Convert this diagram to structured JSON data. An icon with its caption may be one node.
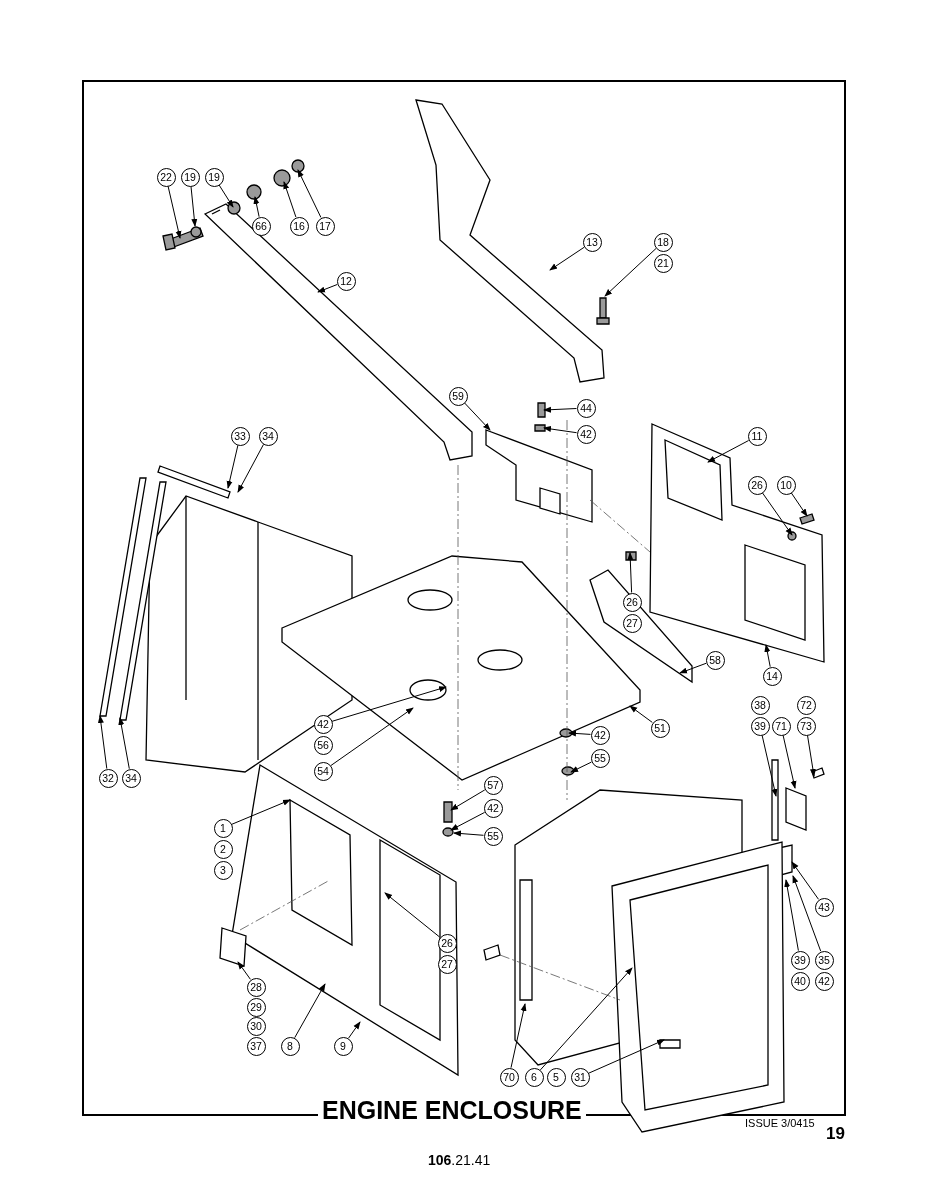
{
  "diagram": {
    "title": "ENGINE ENCLOSURE",
    "nodes": [
      {
        "text": [
          "22"
        ]
      },
      {
        "text": [
          "19"
        ]
      },
      {
        "text": [
          "19"
        ]
      },
      {
        "text": [
          "66"
        ]
      },
      {
        "text": [
          "16"
        ]
      },
      {
        "text": [
          "17"
        ]
      },
      {
        "text": [
          "12"
        ]
      },
      {
        "text": [
          "13"
        ]
      },
      {
        "text": [
          "18"
        ]
      },
      {
        "text": [
          "21"
        ]
      },
      {
        "text": [
          "59"
        ]
      },
      {
        "text": [
          "44"
        ]
      },
      {
        "text": [
          "42"
        ]
      },
      {
        "text": [
          "11"
        ]
      },
      {
        "text": [
          "33"
        ]
      },
      {
        "text": [
          "34"
        ]
      },
      {
        "text": [
          "26"
        ]
      },
      {
        "text": [
          "10"
        ]
      },
      {
        "text": [
          "26"
        ]
      },
      {
        "text": [
          "27"
        ]
      },
      {
        "text": [
          "58"
        ]
      },
      {
        "text": [
          "14"
        ]
      },
      {
        "text": [
          "51"
        ]
      },
      {
        "text": [
          "42"
        ]
      },
      {
        "text": [
          "55"
        ]
      },
      {
        "text": [
          "38"
        ]
      },
      {
        "text": [
          "39"
        ]
      },
      {
        "text": [
          "71"
        ]
      },
      {
        "text": [
          "72"
        ]
      },
      {
        "text": [
          "73"
        ]
      },
      {
        "text": [
          "42"
        ]
      },
      {
        "text": [
          "56"
        ]
      },
      {
        "text": [
          "54"
        ]
      },
      {
        "text": [
          "57"
        ]
      },
      {
        "text": [
          "42"
        ]
      },
      {
        "text": [
          "55"
        ]
      },
      {
        "text": [
          "32"
        ]
      },
      {
        "text": [
          "34"
        ]
      },
      {
        "text": [
          "1"
        ]
      },
      {
        "text": [
          "2"
        ]
      },
      {
        "text": [
          "3"
        ]
      },
      {
        "text": [
          "43"
        ]
      },
      {
        "text": [
          "26"
        ]
      },
      {
        "text": [
          "27"
        ]
      },
      {
        "text": [
          "39"
        ]
      },
      {
        "text": [
          "35"
        ]
      },
      {
        "text": [
          "40"
        ]
      },
      {
        "text": [
          "42"
        ]
      },
      {
        "text": [
          "28"
        ]
      },
      {
        "text": [
          "29"
        ]
      },
      {
        "text": [
          "30"
        ]
      },
      {
        "text": [
          "37"
        ]
      },
      {
        "text": [
          "8"
        ]
      },
      {
        "text": [
          "9"
        ]
      },
      {
        "text": [
          "70"
        ]
      },
      {
        "text": [
          "6"
        ]
      },
      {
        "text": [
          "5"
        ]
      },
      {
        "text": [
          "31"
        ]
      }
    ],
    "edges": [
      {
        "from": 0,
        "to": null,
        "arrow": "to"
      },
      {
        "from": 1,
        "to": null,
        "arrow": "to"
      },
      {
        "from": 2,
        "to": null,
        "arrow": "to"
      },
      {
        "from": 3,
        "to": null,
        "arrow": "to"
      },
      {
        "from": 4,
        "to": null,
        "arrow": "to"
      },
      {
        "from": 5,
        "to": null,
        "arrow": "to"
      },
      {
        "from": 6,
        "to": null,
        "arrow": "to"
      },
      {
        "from": 7,
        "to": null,
        "arrow": "to"
      },
      {
        "from": 8,
        "to": null,
        "arrow": "to"
      },
      {
        "from": 10,
        "to": null,
        "arrow": "to"
      },
      {
        "from": 11,
        "to": null,
        "arrow": "to"
      },
      {
        "from": 12,
        "to": null,
        "arrow": "to"
      },
      {
        "from": 13,
        "to": null,
        "arrow": "to"
      },
      {
        "from": 14,
        "to": null,
        "arrow": "to"
      },
      {
        "from": 15,
        "to": null,
        "arrow": "to"
      },
      {
        "from": 16,
        "to": null,
        "arrow": "to"
      },
      {
        "from": 17,
        "to": null,
        "arrow": "to"
      },
      {
        "from": 18,
        "to": null,
        "arrow": "to"
      },
      {
        "from": 20,
        "to": null,
        "arrow": "to"
      },
      {
        "from": 21,
        "to": null,
        "arrow": "to"
      },
      {
        "from": 22,
        "to": null,
        "arrow": "to"
      },
      {
        "from": 23,
        "to": null,
        "arrow": "to"
      },
      {
        "from": 24,
        "to": null,
        "arrow": "to"
      },
      {
        "from": 26,
        "to": null,
        "arrow": "to"
      },
      {
        "from": 27,
        "to": null,
        "arrow": "to"
      },
      {
        "from": 29,
        "to": null,
        "arrow": "to"
      },
      {
        "from": 30,
        "to": null,
        "arrow": "to"
      },
      {
        "from": 32,
        "to": null,
        "arrow": "to"
      },
      {
        "from": 33,
        "to": null,
        "arrow": "to"
      },
      {
        "from": 34,
        "to": null,
        "arrow": "to"
      },
      {
        "from": 35,
        "to": null,
        "arrow": "to"
      },
      {
        "from": 36,
        "to": null,
        "arrow": "to"
      },
      {
        "from": 37,
        "to": null,
        "arrow": "to"
      },
      {
        "from": 38,
        "to": null,
        "arrow": "to"
      },
      {
        "from": 41,
        "to": null,
        "arrow": "to"
      },
      {
        "from": 42,
        "to": null,
        "arrow": "to"
      },
      {
        "from": 44,
        "to": null,
        "arrow": "to"
      },
      {
        "from": 45,
        "to": null,
        "arrow": "to"
      },
      {
        "from": 48,
        "to": null,
        "arrow": "to"
      },
      {
        "from": 52,
        "to": null,
        "arrow": "to"
      },
      {
        "from": 53,
        "to": null,
        "arrow": "to"
      },
      {
        "from": 54,
        "to": null,
        "arrow": "to"
      },
      {
        "from": 55,
        "to": null,
        "arrow": "to"
      },
      {
        "from": 57,
        "to": null,
        "arrow": "to"
      }
    ],
    "labels": [
      "ISSUE 3/0415",
      "19",
      "**106**.21.41"
    ]
  }
}
